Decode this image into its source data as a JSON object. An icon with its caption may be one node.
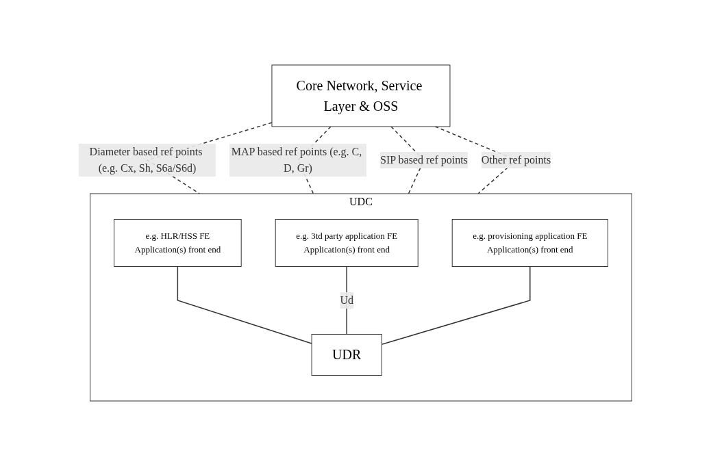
{
  "diagram": {
    "nodes": [
      {
        "text": [
          "Core Network, Service Layer & OSS"
        ]
      },
      {
        "text": [
          "UDC"
        ]
      },
      {
        "text": [
          "e.g. HLR/HSS FE",
          "Application(s) front end"
        ],
        "in": 1
      },
      {
        "text": [
          "e.g. 3td party application FE",
          "Application(s) front end"
        ],
        "in": 1
      },
      {
        "text": [
          "e.g. provisioning application FE",
          "Application(s) front end"
        ],
        "in": 1
      },
      {
        "text": [
          "UDR"
        ],
        "in": 1
      }
    ],
    "edges": [
      {
        "from": 0,
        "to": 1,
        "arrow": "none",
        "style": "dashed",
        "label": "Diameter based ref points (e.g. Cx, Sh, S6a/S6d)"
      },
      {
        "from": 0,
        "to": 1,
        "arrow": "none",
        "style": "dashed",
        "label": "MAP based ref points (e.g. C, D, Gr)"
      },
      {
        "from": 0,
        "to": 1,
        "arrow": "none",
        "style": "dashed",
        "label": "SIP based ref points"
      },
      {
        "from": 0,
        "to": 1,
        "arrow": "none",
        "style": "dashed",
        "label": "Other ref points"
      },
      {
        "from": 2,
        "to": 5,
        "arrow": "none"
      },
      {
        "from": 3,
        "to": 5,
        "arrow": "none",
        "label": "Ud"
      },
      {
        "from": 4,
        "to": 5,
        "arrow": "none"
      }
    ]
  }
}
